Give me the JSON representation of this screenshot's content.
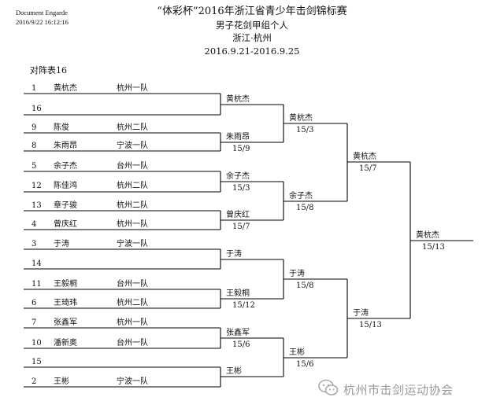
{
  "document": {
    "producer": "Document Engarde",
    "datetime": "2016/9/22 16:12:16"
  },
  "header": {
    "title": "“体彩杯”2016年浙江省青少年击剑锦标赛",
    "event": "男子花剑甲组个人",
    "location": "浙江·杭州",
    "dates": "2016.9.21-2016.9.25"
  },
  "bracket": {
    "label": "对阵表16",
    "entries": [
      {
        "seed": "1",
        "name": "黄杭杰",
        "club": "杭州一队"
      },
      {
        "seed": "16",
        "name": "",
        "club": ""
      },
      {
        "seed": "9",
        "name": "陈俊",
        "club": "杭州二队"
      },
      {
        "seed": "8",
        "name": "朱雨昂",
        "club": "宁波一队"
      },
      {
        "seed": "5",
        "name": "余子杰",
        "club": "台州一队"
      },
      {
        "seed": "12",
        "name": "陈佳鸿",
        "club": "杭州二队"
      },
      {
        "seed": "13",
        "name": "章子骏",
        "club": "杭州二队"
      },
      {
        "seed": "4",
        "name": "曾庆红",
        "club": "杭州一队"
      },
      {
        "seed": "3",
        "name": "于涛",
        "club": "宁波一队"
      },
      {
        "seed": "14",
        "name": "",
        "club": ""
      },
      {
        "seed": "11",
        "name": "王毅桐",
        "club": "台州一队"
      },
      {
        "seed": "6",
        "name": "王琦玮",
        "club": "杭州二队"
      },
      {
        "seed": "7",
        "name": "张鑫军",
        "club": "杭州一队"
      },
      {
        "seed": "10",
        "name": "潘新奥",
        "club": "台州一队"
      },
      {
        "seed": "15",
        "name": "",
        "club": ""
      },
      {
        "seed": "2",
        "name": "王彬",
        "club": "宁波一队"
      }
    ],
    "round_of_8": [
      {
        "winner": "黄杭杰",
        "score": ""
      },
      {
        "winner": "朱雨昂",
        "score": "15/9"
      },
      {
        "winner": "余子杰",
        "score": "15/3"
      },
      {
        "winner": "曾庆红",
        "score": "15/7"
      },
      {
        "winner": "于涛",
        "score": ""
      },
      {
        "winner": "王毅桐",
        "score": "15/12"
      },
      {
        "winner": "张鑫军",
        "score": "15/6"
      },
      {
        "winner": "王彬",
        "score": ""
      }
    ],
    "quarterfinals": [
      {
        "winner": "黄杭杰",
        "score": "15/3"
      },
      {
        "winner": "余子杰",
        "score": "15/8"
      },
      {
        "winner": "于涛",
        "score": "15/8"
      },
      {
        "winner": "王彬",
        "score": "15/6"
      }
    ],
    "semifinals": [
      {
        "winner": "黄杭杰",
        "score": "15/7"
      },
      {
        "winner": "于涛",
        "score": "15/13"
      }
    ],
    "final": {
      "winner": "黄杭杰",
      "score": "15/13"
    }
  },
  "watermark": {
    "text": "杭州市击剑运动协会",
    "icon": "wechat-icon"
  }
}
